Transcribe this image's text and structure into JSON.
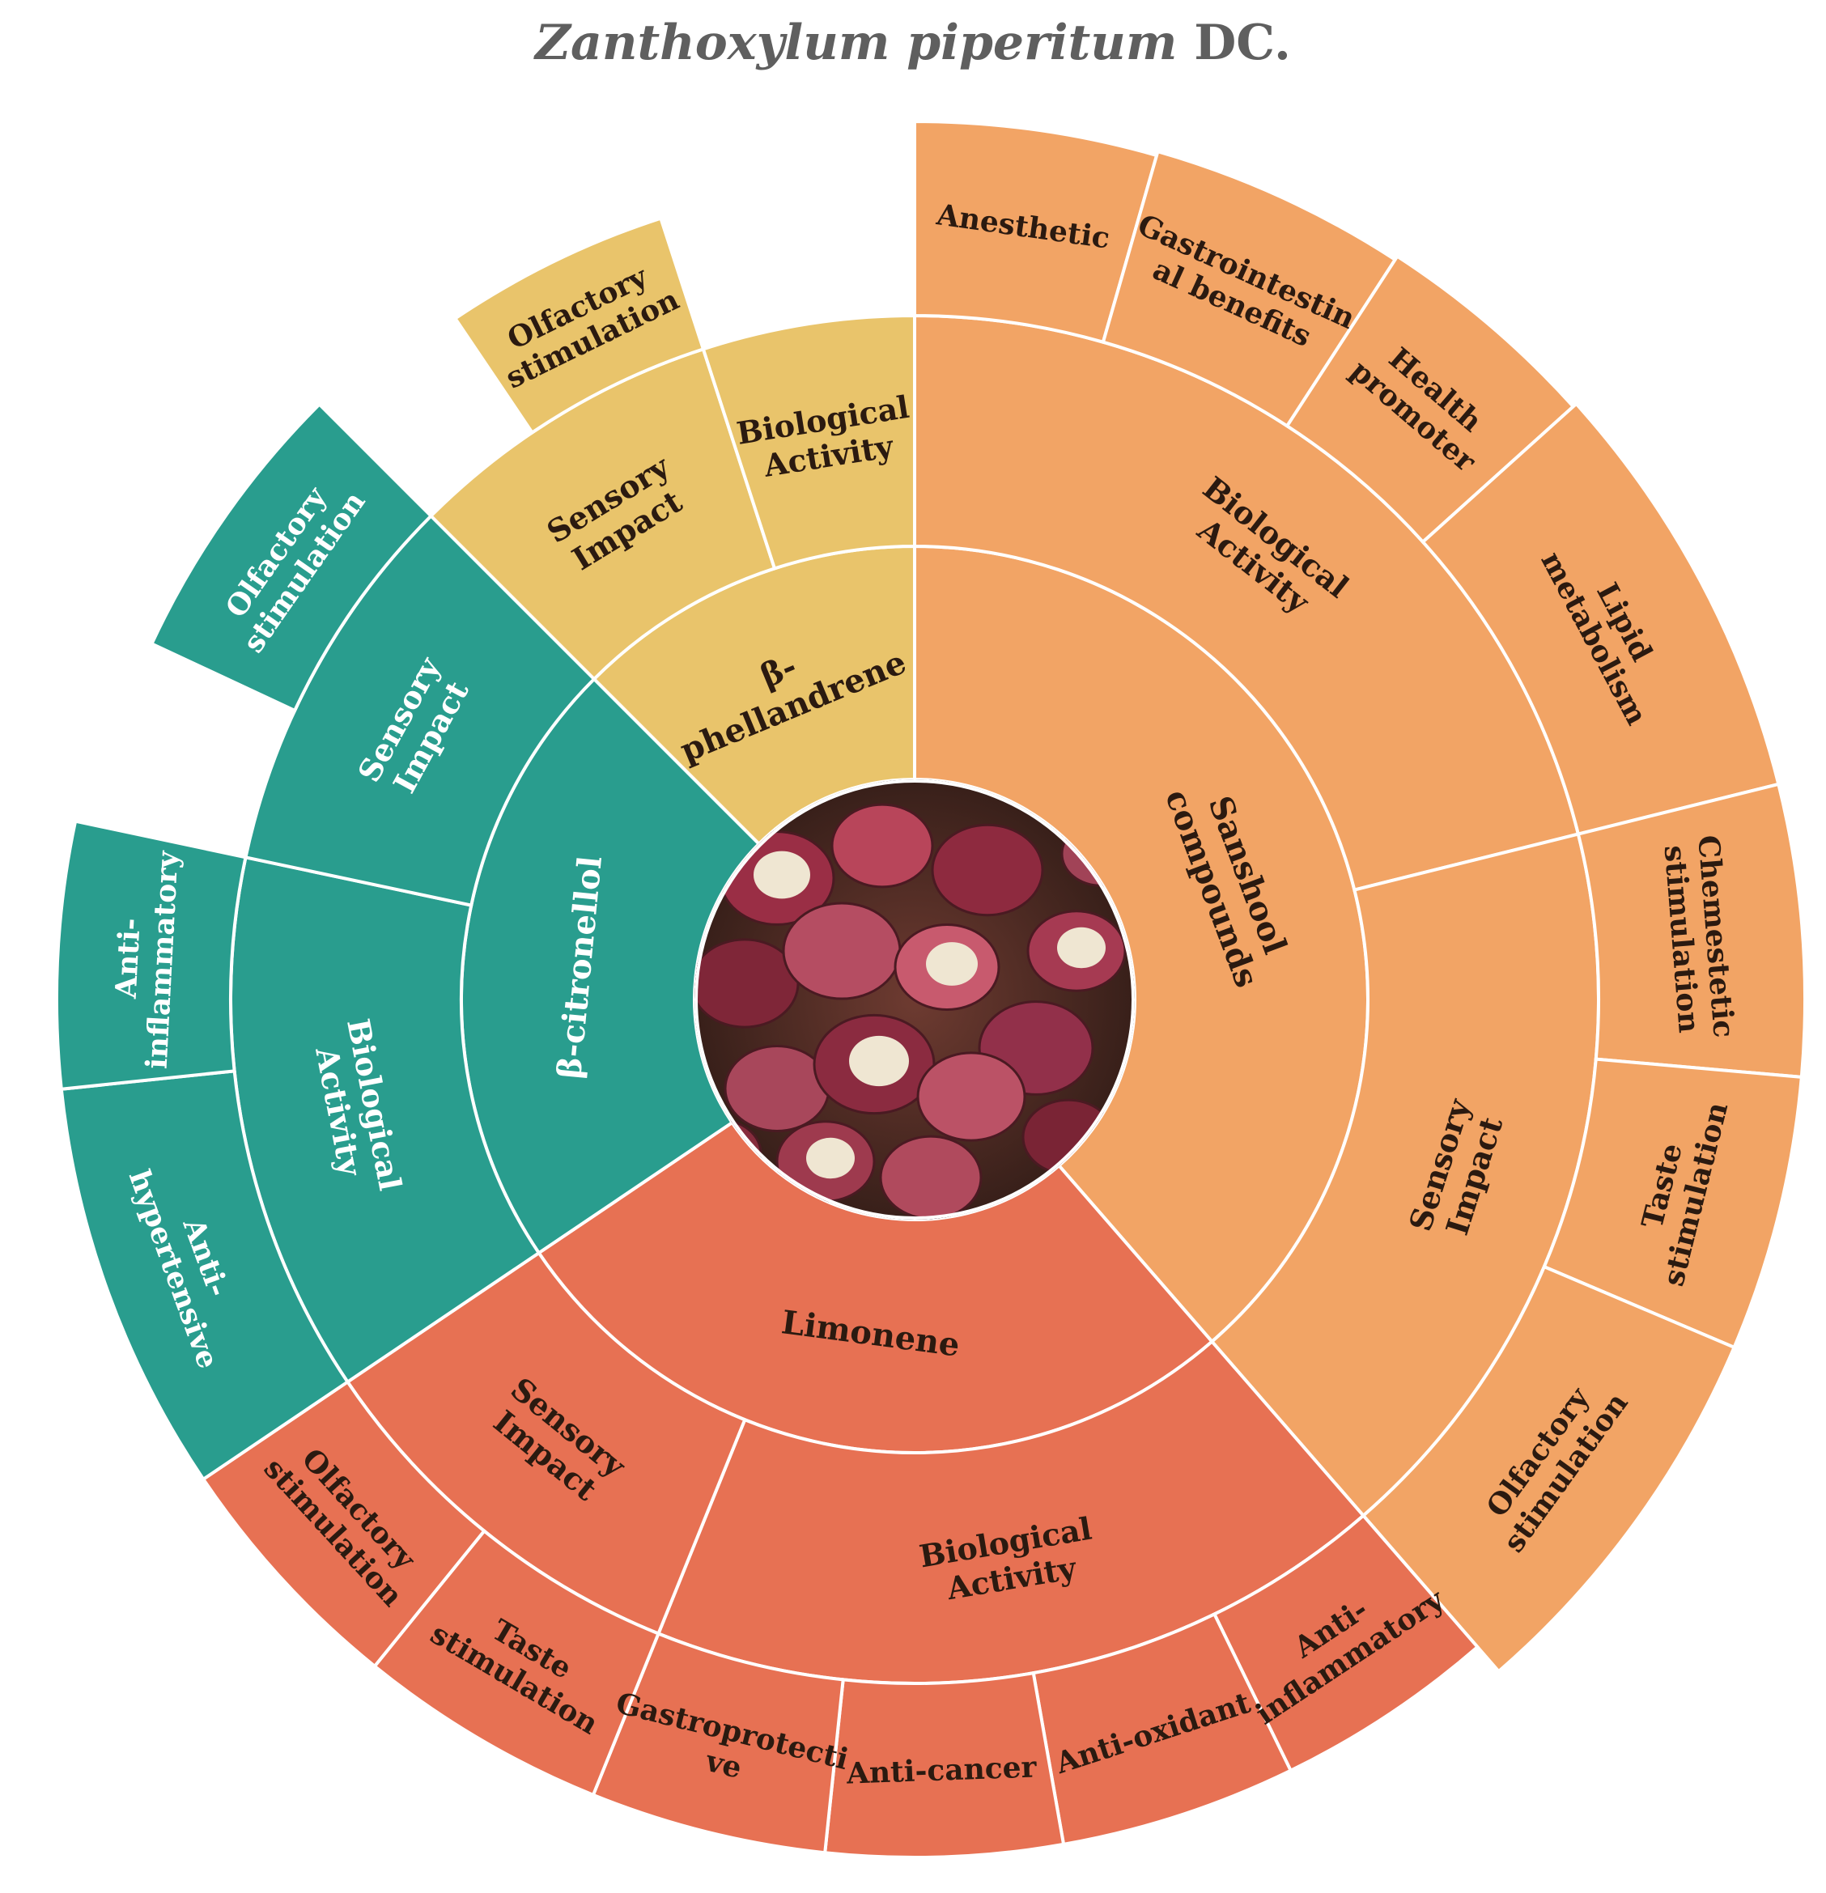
{
  "title": {
    "species": "Zanthoxylum piperitum",
    "authority": "DC."
  },
  "center_image": {
    "description": "dried red Sichuan pepper husks",
    "icon": "peppercorn-photo"
  },
  "colors": {
    "sanshool": "#f2a465",
    "limonene": "#e77153",
    "citronellol": "#299d8e",
    "phellandrene": "#e9c46b",
    "text_dark": "#2b1a10",
    "text_light": "#ffffff"
  },
  "sunburst": {
    "compounds": [
      {
        "key": "sanshool",
        "label": [
          "Sanshool",
          "compounds"
        ],
        "categories": [
          {
            "label": [
              "Biological",
              "Activity"
            ],
            "effects": [
              {
                "label": [
                  "Anesthetic"
                ]
              },
              {
                "label": [
                  "Gastrointestin",
                  "al benefits"
                ]
              },
              {
                "label": [
                  "Health",
                  "promoter"
                ]
              },
              {
                "label": [
                  "Lipid",
                  "metabolism"
                ]
              }
            ]
          },
          {
            "label": [
              "Sensory",
              "Impact"
            ],
            "effects": [
              {
                "label": [
                  "Chemestetic",
                  "stimulation"
                ]
              },
              {
                "label": [
                  "Taste",
                  "stimulation"
                ]
              },
              {
                "label": [
                  "Olfactory",
                  "stimulation"
                ]
              }
            ]
          }
        ]
      },
      {
        "key": "limonene",
        "label": [
          "Limonene"
        ],
        "categories": [
          {
            "label": [
              "Biological",
              "Activity"
            ],
            "effects": [
              {
                "label": [
                  "Anti-",
                  "inflammatory"
                ]
              },
              {
                "label": [
                  "Anti-oxidant"
                ]
              },
              {
                "label": [
                  "Anti-cancer"
                ]
              },
              {
                "label": [
                  "Gastroprotecti",
                  "ve"
                ]
              }
            ]
          },
          {
            "label": [
              "Sensory",
              "Impact"
            ],
            "effects": [
              {
                "label": [
                  "Taste",
                  "stimulation"
                ]
              },
              {
                "label": [
                  "Olfactory",
                  "stimulation"
                ]
              }
            ]
          }
        ]
      },
      {
        "key": "citronellol",
        "label": [
          "β-citronellol"
        ],
        "categories": [
          {
            "label": [
              "Biological",
              "Activity"
            ],
            "effects": [
              {
                "label": [
                  "Anti-",
                  "hypertensive"
                ]
              },
              {
                "label": [
                  "Anti-",
                  "inflammatory"
                ]
              }
            ]
          },
          {
            "label": [
              "Sensory",
              "Impact"
            ],
            "effects": [
              {
                "label": [
                  "Olfactory",
                  "stimulation"
                ]
              }
            ]
          }
        ]
      },
      {
        "key": "phellandrene",
        "label": [
          "β-",
          "phellandrene"
        ],
        "categories": [
          {
            "label": [
              "Sensory",
              "Impact"
            ],
            "effects": [
              {
                "label": [
                  "Olfactory",
                  "stimulation"
                ]
              }
            ]
          },
          {
            "label": [
              "Biological",
              "Activity"
            ],
            "effects": []
          }
        ]
      }
    ]
  }
}
